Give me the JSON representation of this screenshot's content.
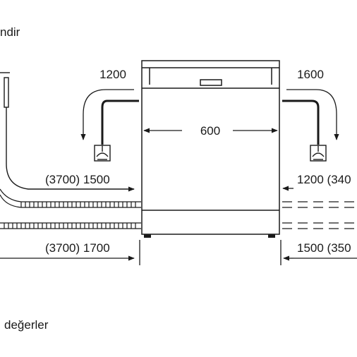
{
  "captions": {
    "top_left": "ndir",
    "bottom_left": "değerler"
  },
  "dimensions": {
    "width": "600",
    "drain_left": "1200",
    "drain_right": "1600",
    "hose_left_upper": "(3700) 1500",
    "hose_right_upper": "1200 (340",
    "hose_left_lower": "(3700) 1700",
    "hose_right_lower": "1500 (350"
  },
  "icons": {
    "drain_left": "drain-siphon-icon",
    "drain_right": "drain-siphon-icon",
    "tap_left": "water-tap-icon"
  },
  "colors": {
    "line": "#1a1a1a",
    "background": "#ffffff"
  }
}
